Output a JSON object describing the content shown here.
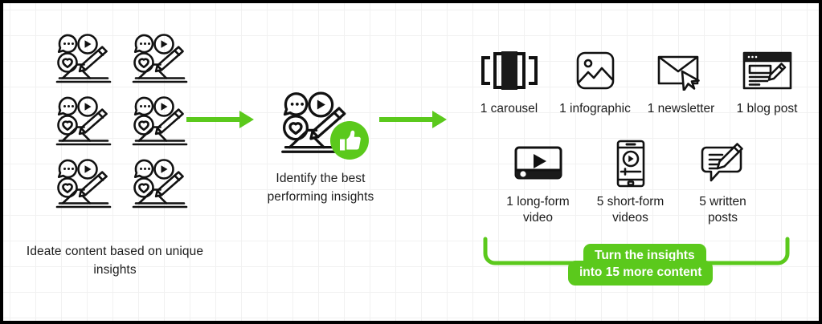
{
  "theme": {
    "green": "#5BC91C",
    "ink": "#1c1c1c",
    "border": "#000000",
    "grid_line": "#f1f1f1"
  },
  "left": {
    "icon_name": "content-ideation-icon",
    "icon_count": 6,
    "caption": "Ideate content based on\nunique insights"
  },
  "arrows": [
    {
      "name": "flow-arrow-1"
    },
    {
      "name": "flow-arrow-2"
    }
  ],
  "center": {
    "icon_name": "content-ideation-icon",
    "badge_name": "thumbs-up-badge",
    "caption": "Identify the best\nperforming insights"
  },
  "outputs": {
    "row1": [
      {
        "icon": "carousel-icon",
        "label": "1 carousel"
      },
      {
        "icon": "infographic-icon",
        "label": "1 infographic"
      },
      {
        "icon": "newsletter-icon",
        "label": "1 newsletter"
      },
      {
        "icon": "blog-post-icon",
        "label": "1 blog post"
      }
    ],
    "row2": [
      {
        "icon": "long-form-video-icon",
        "label": "1 long-form\nvideo"
      },
      {
        "icon": "short-form-video-icon",
        "label": "5 short-form\nvideos"
      },
      {
        "icon": "written-post-icon",
        "label": "5 written\nposts"
      }
    ]
  },
  "summary": {
    "bracket_name": "grouping-bracket",
    "pill_line_1": "Turn the insights",
    "pill_line_2": "into 15 more content"
  }
}
